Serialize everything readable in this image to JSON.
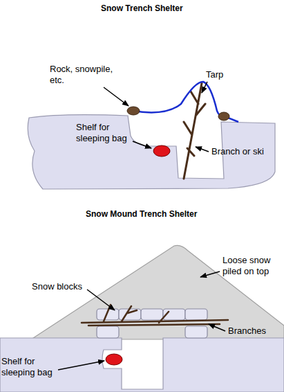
{
  "diagram": {
    "title": "Snow Trench Shelter",
    "labels": [
      "Rock, snowpile, etc.",
      "Tarp",
      "Shelf for sleeping bag",
      "Branch or ski",
      "Snow Mound Trench Shelter",
      "Loose snow piled on top",
      "Snow blocks",
      "Branches",
      "Shelf for sleeping bag"
    ]
  }
}
